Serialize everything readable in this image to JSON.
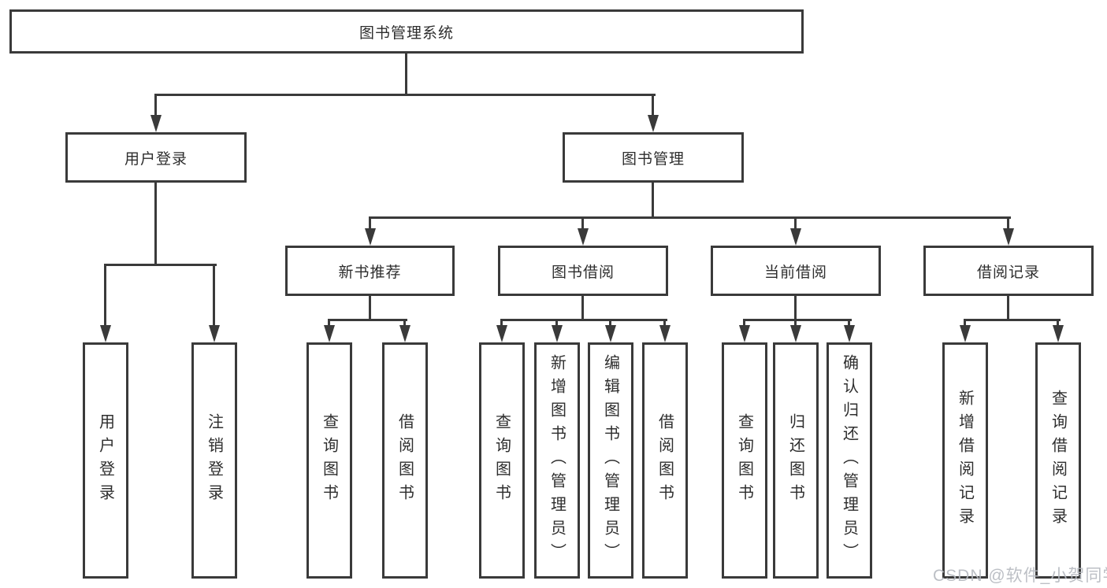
{
  "diagram": {
    "nodes": {
      "root": "图书管理系统",
      "user_login": "用户登录",
      "book_management": "图书管理",
      "new_book_recommend": "新书推荐",
      "book_borrowing": "图书借阅",
      "current_borrowing": "当前借阅",
      "borrowing_records": "借阅记录",
      "login_leaf": "用户登录",
      "logout_leaf": "注销登录",
      "recommend_query_book": "查询图书",
      "recommend_borrow_book": "借阅图书",
      "borrowing_query_book": "查询图书",
      "borrowing_add_book": "新增图书（管理员）",
      "borrowing_edit_book": "编辑图书（管理员）",
      "borrowing_borrow_book": "借阅图书",
      "current_query_book": "查询图书",
      "current_return_book": "归还图书",
      "current_confirm_return": "确认归还（管理员）",
      "records_add_record": "新增借阅记录",
      "records_query_record": "查询借阅记录"
    },
    "watermark": "CSDN @软件_小贺同学",
    "colors": {
      "line": "#3a3a3a",
      "text": "#2e2e2e",
      "background": "#ffffff",
      "watermark": "#b5b9bf"
    }
  }
}
